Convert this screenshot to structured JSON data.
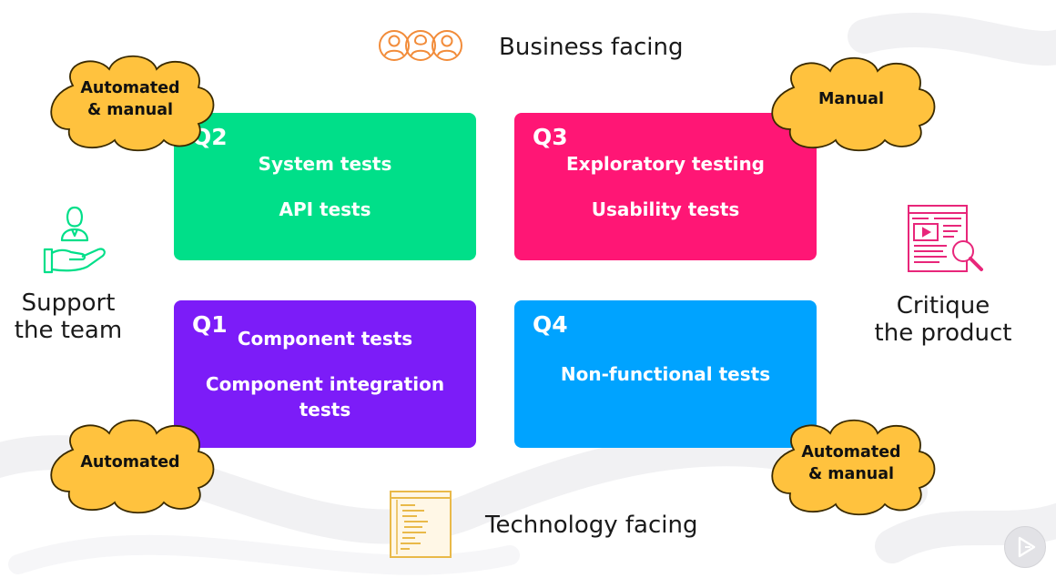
{
  "axes": {
    "top": "Business facing",
    "bottom": "Technology facing",
    "left_line1": "Support",
    "left_line2": "the team",
    "right_line1": "Critique",
    "right_line2": "the product"
  },
  "quadrants": {
    "q2": {
      "label": "Q2",
      "color": "#00DF89",
      "items": [
        "System tests",
        "API tests"
      ]
    },
    "q3": {
      "label": "Q3",
      "color": "#FF1675",
      "items": [
        "Exploratory testing",
        "Usability tests"
      ]
    },
    "q1": {
      "label": "Q1",
      "color": "#7C1CF8",
      "items": [
        "Component tests",
        "Component integration",
        "tests"
      ]
    },
    "q4": {
      "label": "Q4",
      "color": "#00A3FF",
      "items": [
        "Non-functional tests"
      ]
    }
  },
  "clouds": {
    "top_left": {
      "line1": "Automated",
      "line2": "& manual"
    },
    "top_right": {
      "line1": "Manual"
    },
    "bottom_left": {
      "line1": "Automated"
    },
    "bottom_right": {
      "line1": "Automated",
      "line2": "& manual"
    }
  },
  "colors": {
    "cloud_fill": "#FFC23E",
    "cloud_stroke": "#3a2a00",
    "icon_orange": "#F28C3A",
    "icon_green": "#00DF89",
    "icon_pink": "#E8267A",
    "icon_yellow": "#E9B949"
  },
  "icons": {
    "business": "three-people-icon",
    "support": "person-in-hand-icon",
    "critique": "document-magnifier-icon",
    "technology": "code-document-icon",
    "play": "play-icon"
  }
}
